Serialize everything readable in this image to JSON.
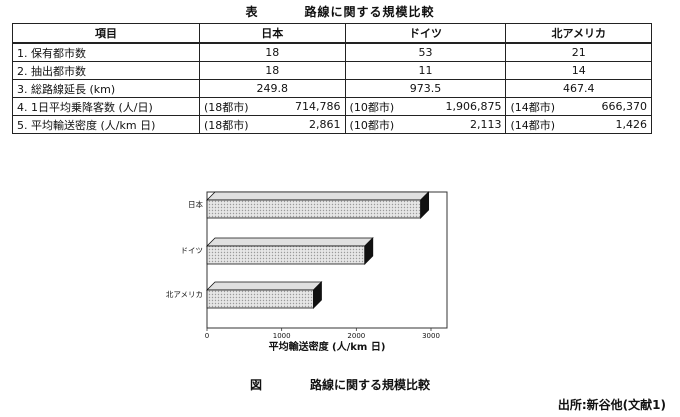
{
  "table_title": {
    "prefix": "表",
    "text": "路線に関する規模比較"
  },
  "table": {
    "header": [
      "項目",
      "日本",
      "ドイツ",
      "北アメリカ"
    ],
    "rows": [
      {
        "label": "1. 保有都市数",
        "cells": [
          {
            "value": "18"
          },
          {
            "value": "53"
          },
          {
            "value": "21"
          }
        ]
      },
      {
        "label": "2. 抽出都市数",
        "cells": [
          {
            "value": "18"
          },
          {
            "value": "11"
          },
          {
            "value": "14"
          }
        ]
      },
      {
        "label": "3. 総路線延長 (km)",
        "cells": [
          {
            "value": "249.8"
          },
          {
            "value": "973.5"
          },
          {
            "value": "467.4"
          }
        ]
      },
      {
        "label": "4. 1日平均乗降客数 (人/日)",
        "cells": [
          {
            "note": "(18都市)",
            "value": "714,786"
          },
          {
            "note": "(10都市)",
            "value": "1,906,875"
          },
          {
            "note": "(14都市)",
            "value": "666,370"
          }
        ]
      },
      {
        "label": "5. 平均輸送密度 (人/km 日)",
        "cells": [
          {
            "note": "(18都市)",
            "value": "2,861"
          },
          {
            "note": "(10都市)",
            "value": "2,113"
          },
          {
            "note": "(14都市)",
            "value": "1,426"
          }
        ]
      }
    ]
  },
  "chart_data": {
    "type": "bar",
    "orientation": "horizontal",
    "style": "3d",
    "categories": [
      "日本",
      "ドイツ",
      "北アメリカ"
    ],
    "values": [
      2861,
      2113,
      1426
    ],
    "xlabel": "平均輸送密度 (人/km 日)",
    "xlim": [
      0,
      3000
    ],
    "xticks": [
      "0",
      "1000",
      "2000",
      "3000"
    ],
    "bar_color": "#c8c8c8",
    "grid": false
  },
  "figure_caption": {
    "prefix": "図",
    "text": "路線に関する規模比較"
  },
  "source": "出所:新谷他(文献1)"
}
